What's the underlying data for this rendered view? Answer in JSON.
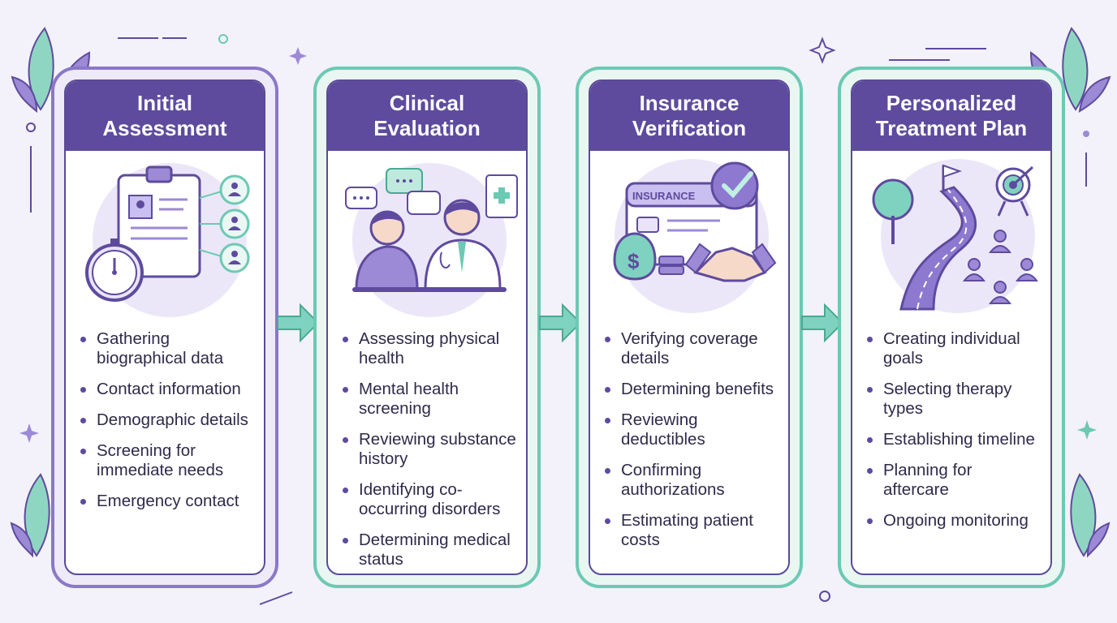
{
  "colors": {
    "header": "#5e4b9e",
    "teal": "#6cc9b4",
    "lavender": "#8a78c8",
    "background": "#f3f1fa",
    "text": "#2f2a4a"
  },
  "steps": [
    {
      "title_line1": "Initial",
      "title_line2": "Assessment",
      "icon": "clipboard-stopwatch-icon",
      "items": [
        "Gathering biographical data",
        "Contact information",
        "Demographic details",
        "Screening for immediate needs",
        "Emergency contact"
      ]
    },
    {
      "title_line1": "Clinical",
      "title_line2": "Evaluation",
      "icon": "doctor-patient-icon",
      "items": [
        "Assessing physical health",
        "Mental health screening",
        "Reviewing substance history",
        "Identifying co-occurring disorders",
        "Determining medical status"
      ]
    },
    {
      "title_line1": "Insurance",
      "title_line2": "Verification",
      "icon": "insurance-card-icon",
      "card_label": "INSURANCE",
      "items": [
        "Verifying coverage details",
        "Determining benefits",
        "Reviewing deductibles",
        "Confirming authorizations",
        "Estimating patient costs"
      ]
    },
    {
      "title_line1": "Personalized",
      "title_line2": "Treatment Plan",
      "icon": "road-target-icon",
      "items": [
        "Creating individual goals",
        "Selecting therapy types",
        "Establishing timeline",
        "Planning for aftercare",
        "Ongoing monitoring"
      ]
    }
  ]
}
